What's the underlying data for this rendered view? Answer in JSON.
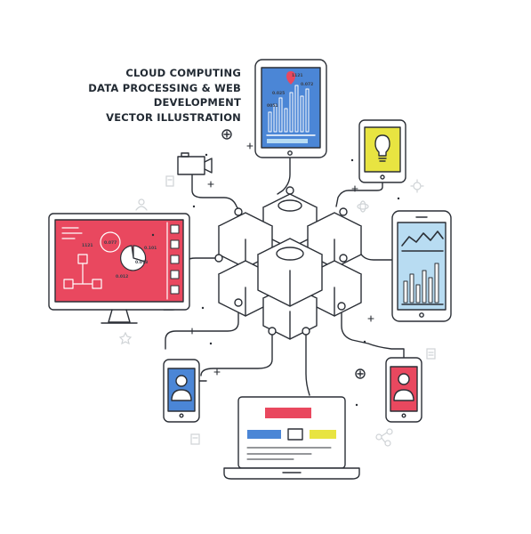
{
  "title": {
    "line1": "CLOUD COMPUTING",
    "line2": "DATA PROCESSING & WEB",
    "line3": "DEVELOPMENT",
    "line4": "VECTOR ILLUSTRATION"
  },
  "tablet_chart": {
    "labels": [
      "1121",
      "0.072",
      "0.025",
      "0051"
    ]
  },
  "monitor": {
    "labels": [
      "1121",
      "0.077",
      "0.101",
      "0.073",
      "0.012"
    ]
  },
  "colors": {
    "outline": "#2b2f36",
    "accent_blue": "#4b86d6",
    "accent_pink": "#e9485f",
    "accent_yellow": "#e8e441",
    "light_blue": "#b8dcf2",
    "gray_icon": "#cfd3d6"
  },
  "icons": [
    "document-icon",
    "atom-icon",
    "gear-icon",
    "star-icon",
    "plus-icon",
    "person-icon",
    "network-icon",
    "lightbulb-icon",
    "map-pin-icon",
    "camera-icon"
  ]
}
